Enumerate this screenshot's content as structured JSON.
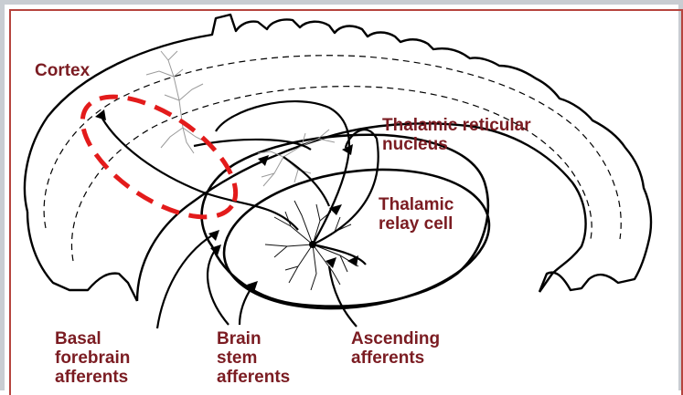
{
  "labels": {
    "cortex": "Cortex",
    "trn": [
      "Thalamic reticular",
      "nucleus"
    ],
    "relay": [
      "Thalamic",
      "relay cell"
    ],
    "basal": [
      "Basal",
      "forebrain",
      "afferents"
    ],
    "brainstem": [
      "Brain",
      "stem",
      "afferents"
    ],
    "ascending": [
      "Ascending",
      "afferents"
    ]
  },
  "colors": {
    "label_text": "#7b1c22",
    "highlight_dash": "#e31b1b",
    "frame_outer": "#c9cdd2",
    "frame_inner": "#b6443e",
    "line": "#000000",
    "neuron_faint": "#9a9a9a"
  }
}
